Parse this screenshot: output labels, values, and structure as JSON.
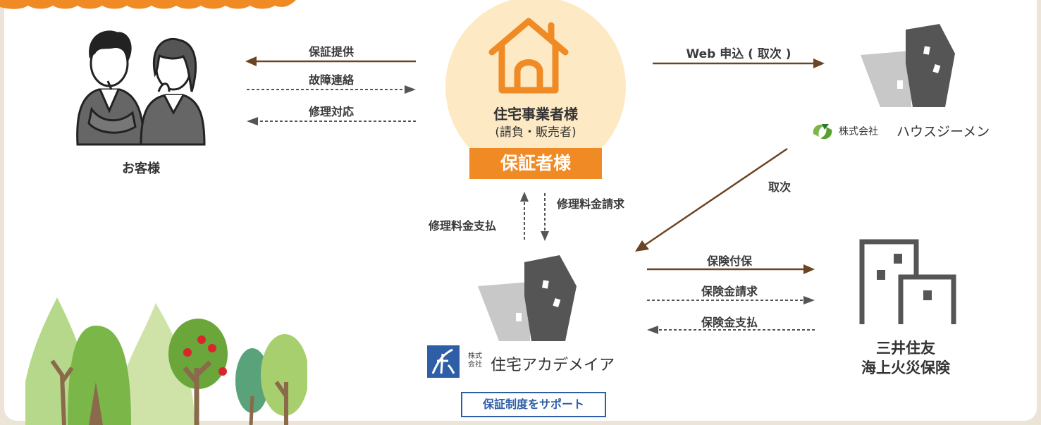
{
  "customer": {
    "label": "お客様"
  },
  "builder": {
    "line1": "住宅事業者様",
    "line2": "(請負・販売者)",
    "badge": "保証者様"
  },
  "flows_left": {
    "offer": "保証提供",
    "report": "故障連絡",
    "repair": "修理対応"
  },
  "flows_vertical": {
    "payment": "修理料金支払",
    "billing": "修理料金請求"
  },
  "flows_right": {
    "web": "Web 申込 ( 取次 )",
    "relay": "取次",
    "insure": "保険付保",
    "claim": "保険金請求",
    "payout": "保険金支払"
  },
  "housegmen": {
    "prefix": "株式会社",
    "name": "ハウスジーメン"
  },
  "academia": {
    "prefix_top": "株式",
    "prefix_bottom": "会社",
    "name": "住宅アカデメイア",
    "support": "保証制度をサポート"
  },
  "insurer": {
    "line1": "三井住友",
    "line2": "海上火災保険"
  },
  "colors": {
    "orange": "#f08a24",
    "brown": "#6b4423",
    "cream": "#fde9c4",
    "gray_dark": "#555555",
    "gray_light": "#c8c8c8",
    "blue": "#2e5ea6",
    "green": "#7ab648"
  }
}
